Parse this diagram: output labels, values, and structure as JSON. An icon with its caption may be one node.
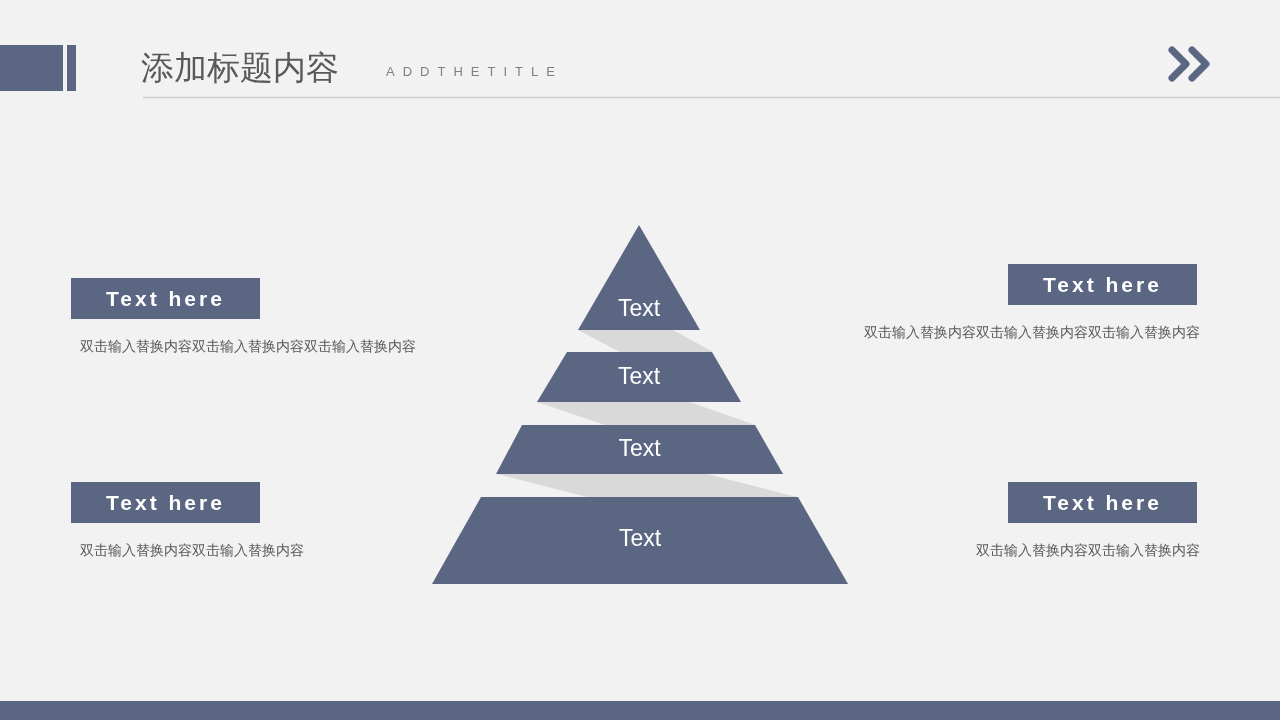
{
  "diagram": {
    "title": "添加标题内容",
    "nodes": [
      {
        "text": [
          "Text"
        ]
      },
      {
        "text": [
          "Text"
        ]
      },
      {
        "text": [
          "Text"
        ]
      },
      {
        "text": [
          "Text"
        ]
      },
      {
        "text": [
          "Text here"
        ],
        "beside": [
          "双击输入替换内容双击输入替换内容双击输入替换内容"
        ]
      },
      {
        "text": [
          "Text here"
        ],
        "beside": [
          "双击输入替换内容双击输入替换内容双击输入替换内容"
        ]
      },
      {
        "text": [
          "Text here"
        ],
        "beside": [
          "双击输入替换内容双击输入替换内容"
        ]
      },
      {
        "text": [
          "Text here"
        ],
        "beside": [
          "双击输入替换内容双击输入替换内容"
        ]
      }
    ],
    "labels": [
      "ADDTHETITLE"
    ]
  }
}
